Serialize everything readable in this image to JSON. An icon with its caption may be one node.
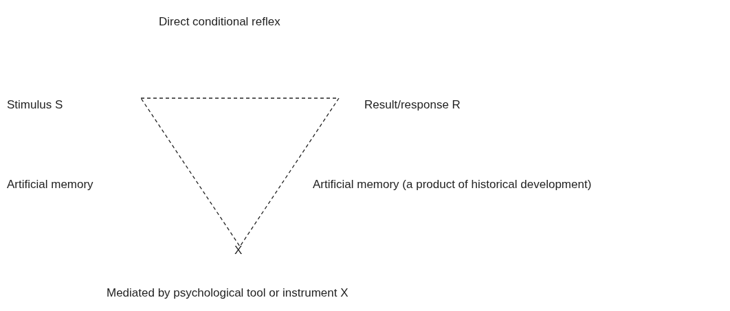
{
  "diagram": {
    "nodes": [
      {
        "text": [],
        "shape": "triangle"
      }
    ],
    "labels": [
      "Direct conditional reflex",
      "Stimulus S",
      "Result/response R",
      "Artificial memory",
      "Artificial memory (a product of historical development)",
      "X",
      "Mediated by psychological tool or instrument X"
    ]
  }
}
